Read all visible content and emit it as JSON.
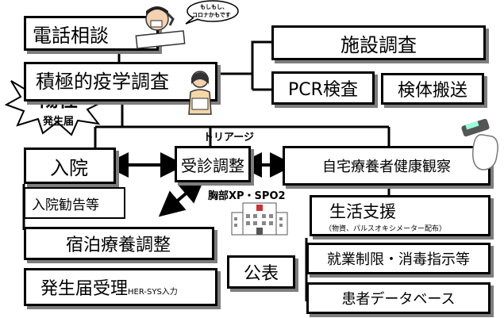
{
  "boxes": {
    "phone_consult": "電話相談",
    "facility_survey": "施設調査",
    "active_survey": "積極的疫学調査",
    "pcr": "PCR検査",
    "specimen": "検体搬送",
    "admission": "入院",
    "consult_adjust": "受診調整",
    "home_obs": "自宅療養者健康観察",
    "admission_rec": "入院勧告等",
    "life_support": "生活支援",
    "life_support_note": "（物資、パルスオキシメーター配布）",
    "lodging": "宿泊療養調整",
    "publish": "公表",
    "work_restrict": "就業制限・消毒指示等",
    "notice_main": "発生届受理",
    "notice_sub": "HER-SYS入力",
    "patient_db": "患者データベース"
  },
  "labels": {
    "positive": "陽性",
    "notice_small": "発生届",
    "triage": "トリアージ",
    "chest": "胸部XP・SPO2",
    "speech_line1": "もしもし、",
    "speech_line2": "コロナかもです"
  }
}
